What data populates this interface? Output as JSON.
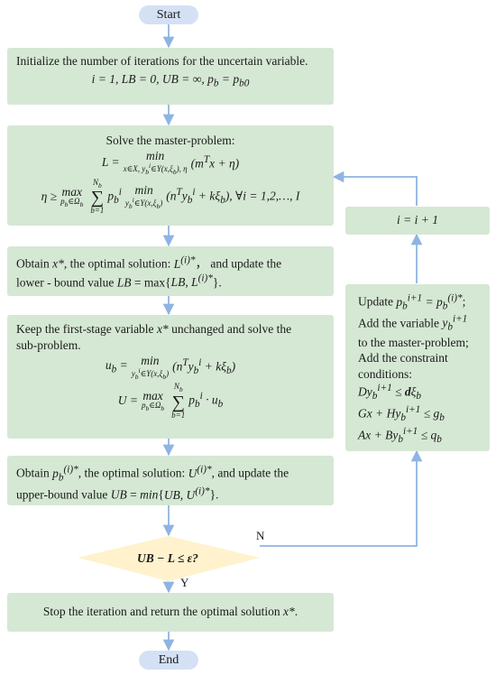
{
  "nodes": {
    "start": "Start",
    "init": {
      "text": "Initialize the number of iterations for the uncertain variable.",
      "eq": "i = 1, LB = 0, UB = ∞, p_b = p_b0"
    },
    "master": {
      "title": "Solve the master-problem:",
      "eq1": "L = min_{x∈X, y_b^i∈Y(x,ξ_b), η} (m^T x + η)",
      "eq2": "η ≥ max_{p_b∈Ω_b} Σ_{b=1}^{N_b} p_b^i min_{y_b^i∈Y(x,ξ_b)} (n^T y_b^i + kξ_b), ∀i = 1,2,…, I"
    },
    "lower": {
      "line1": "Obtain x*, the optimal solution: L^(i)*， and update the",
      "line2": "lower - bound value LB = max{LB, L^(i)*}."
    },
    "sub": {
      "line1": "Keep the first-stage variable x* unchanged and solve the",
      "line2": "sub-problem.",
      "eq1": "u_b = min_{y_b^i∈Y(x,ξ_b)} (n^T y_b^i + kξ_b)",
      "eq2": "U = max_{p_b∈Ω_b} Σ_{b=1}^{N_b} p_b^i · u_b"
    },
    "upper": {
      "line1": "Obtain p_b^(i)*, the optimal solution: U^(i)*, and update the",
      "line2": "upper-bound value UB = min{UB, U^(i)*}."
    },
    "decision": "UB − L ≤ ε?",
    "stop": "Stop the iteration and return the optimal solution x*.",
    "end": "End",
    "increment": "i = i + 1",
    "update": {
      "line1": "Update p_b^(i+1) = p_b^(i)*;",
      "line2": "Add the variable y_b^(i+1)",
      "line3": "to the master-problem;",
      "line4": "Add the constraint",
      "line5": "conditions:",
      "c1": "Dy_b^(i+1) ≤ dξ_b",
      "c2": "Gx + Hy_b^(i+1) ≤ g_b",
      "c3": "Ax + By_b^(i+1) ≤ q_b"
    }
  },
  "edge_labels": {
    "no": "N",
    "yes": "Y"
  },
  "colors": {
    "terminal": "#d4e1f5",
    "process": "#d5e8d4",
    "decision": "#fff2cc",
    "arrow": "#8eb4e3"
  }
}
